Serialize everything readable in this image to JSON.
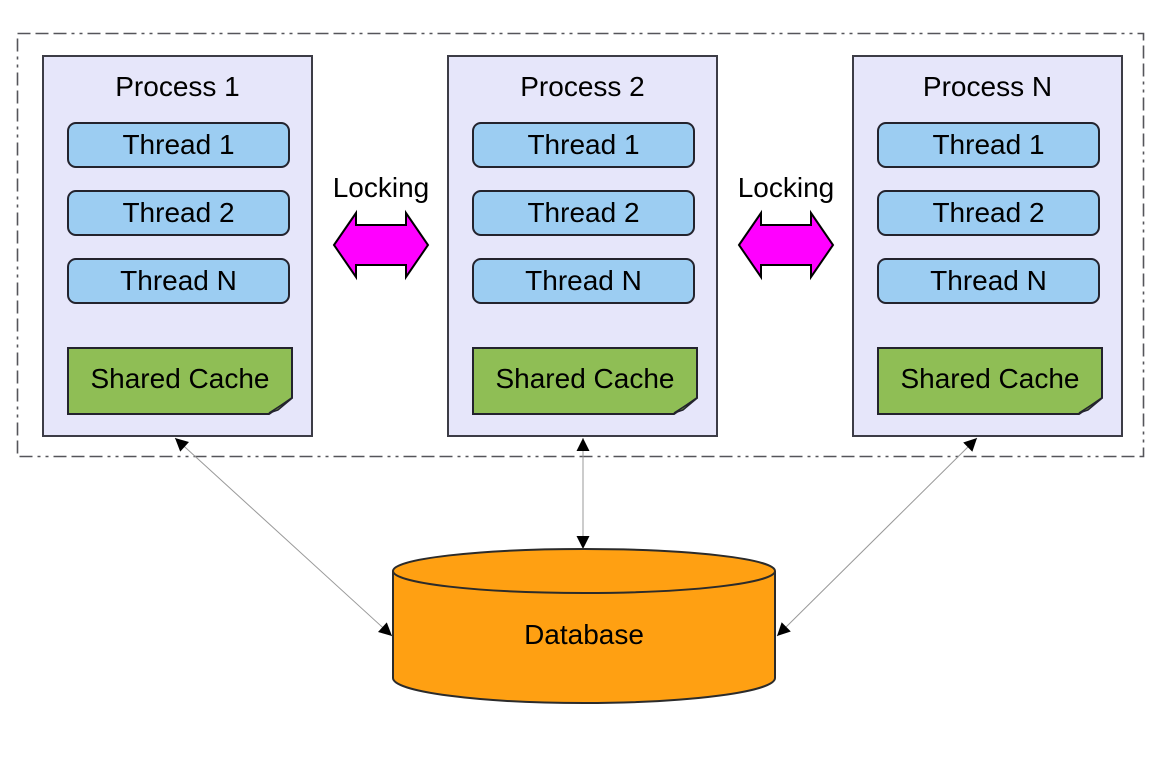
{
  "colors": {
    "process_fill": "#e6e6fa",
    "process_border": "#3c3c46",
    "thread_fill": "#9ccdf2",
    "thread_border": "#23232d",
    "cache_fill": "#8fbe55",
    "cache_fold_fill": "#6e9440",
    "locking_arrow_fill": "#ff00ff",
    "database_fill": "#ffa012",
    "connector_line": "#999999",
    "arrowhead": "#000000",
    "boundary_stroke": "#55555a"
  },
  "processes": [
    {
      "title": "Process 1",
      "threads": [
        "Thread 1",
        "Thread 2",
        "Thread N"
      ],
      "cache_label": "Shared Cache"
    },
    {
      "title": "Process 2",
      "threads": [
        "Thread 1",
        "Thread 2",
        "Thread N"
      ],
      "cache_label": "Shared Cache"
    },
    {
      "title": "Process N",
      "threads": [
        "Thread 1",
        "Thread 2",
        "Thread N"
      ],
      "cache_label": "Shared Cache"
    }
  ],
  "locking": {
    "label_left": "Locking",
    "label_right": "Locking"
  },
  "database": {
    "label": "Database"
  }
}
